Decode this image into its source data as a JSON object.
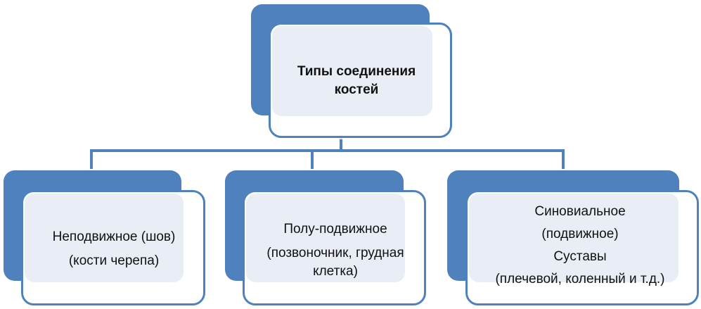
{
  "colors": {
    "accent": "#4f81bd",
    "card_fill": "#e9eef6",
    "text": "#111111"
  },
  "root": {
    "lines": [
      "Типы соединения",
      "костей"
    ]
  },
  "children": [
    {
      "lines": [
        "Неподвижное (шов)",
        "(кости черепа)"
      ]
    },
    {
      "lines": [
        "Полу-подвижное",
        "(позвоночник, грудная",
        "клетка)"
      ]
    },
    {
      "lines": [
        "Синовиальное",
        "(подвижное)",
        "Суставы",
        "(плечевой, коленный  и т.д.)"
      ]
    }
  ]
}
